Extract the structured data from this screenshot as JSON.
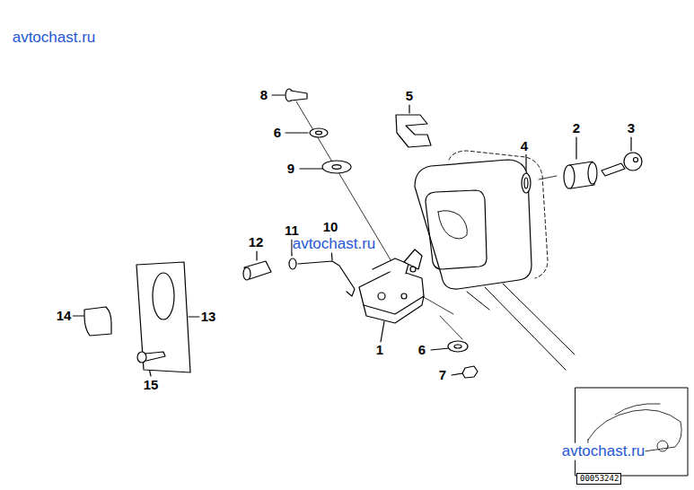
{
  "diagram": {
    "nodes": [
      {
        "text": [
          "00053242"
        ]
      }
    ],
    "labels": [
      "avtochast.ru",
      "8",
      "5",
      "6",
      "9",
      "2",
      "3",
      "4",
      "12",
      "11",
      "10",
      "avtochast.ru",
      "14",
      "13",
      "1",
      "6",
      "7",
      "15",
      "avtochast.ru"
    ]
  }
}
